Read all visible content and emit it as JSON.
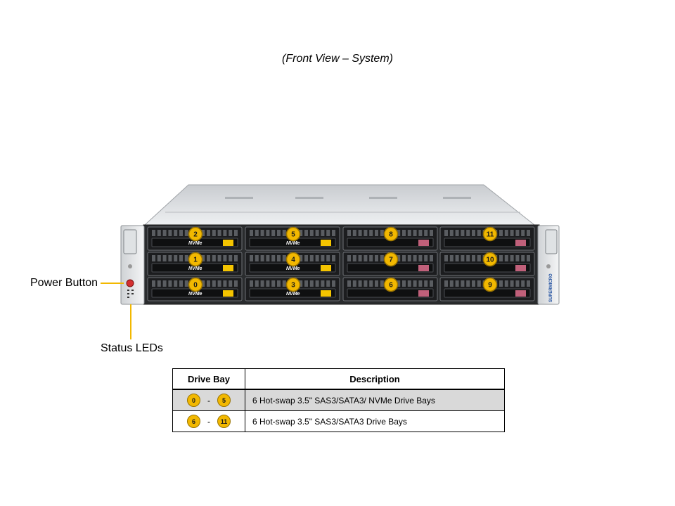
{
  "caption": "(Front View – System)",
  "labels": {
    "power_button": "Power Button",
    "status_leds": "Status LEDs"
  },
  "drive_rows": [
    [
      "2",
      "5",
      "8",
      "11"
    ],
    [
      "1",
      "4",
      "7",
      "10"
    ],
    [
      "0",
      "3",
      "6",
      "9"
    ]
  ],
  "nvme_label": "NVMe",
  "brand_text": "SUPERMICRO",
  "table": {
    "headers": {
      "bay": "Drive Bay",
      "description": "Description"
    },
    "rows": [
      {
        "from": "0",
        "sep": "-",
        "to": "5",
        "description": "6 Hot-swap 3.5\" SAS3/SATA3/ NVMe Drive Bays"
      },
      {
        "from": "6",
        "sep": "-",
        "to": "11",
        "description": "6 Hot-swap 3.5\" SAS3/SATA3 Drive Bays"
      }
    ]
  },
  "colors": {
    "callout": "#f2b800",
    "nvme_tab": "#f4c400",
    "sata_tab": "#c0607a",
    "row_shade": "#d9d9d9"
  }
}
